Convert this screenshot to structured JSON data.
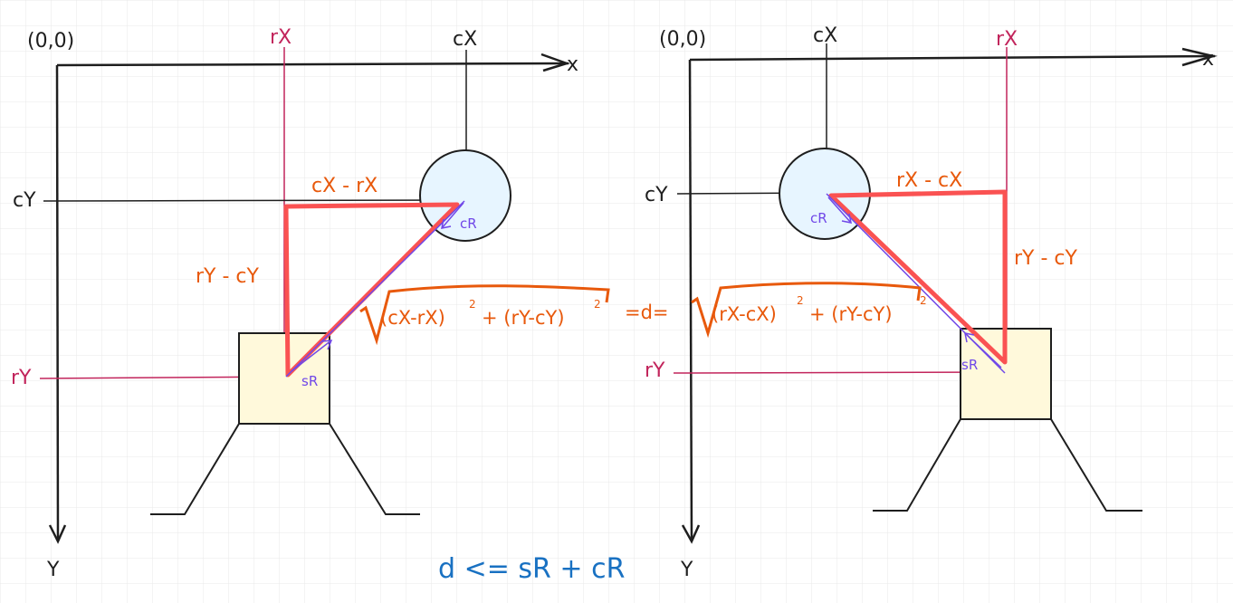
{
  "labels": {
    "origin": "(0,0)",
    "x_axis": "x",
    "y_axis": "Y",
    "rX": "rX",
    "cX": "cX",
    "rY": "rY",
    "cY": "cY",
    "sR": "sR",
    "cR": "cR"
  },
  "left_panel": {
    "horizontal": "cX - rX",
    "vertical": "rY - cY"
  },
  "right_panel": {
    "horizontal": "rX - cX",
    "vertical": "rY - cY"
  },
  "formula": {
    "left_term1": "(cX-rX)",
    "left_term2": "+ (rY-cY)",
    "middle": "=d=",
    "right_term1": "(rX-cX)",
    "right_term2": "+ (rY-cY)",
    "exponent": "2"
  },
  "condition": "d <= sR + cR",
  "colors": {
    "black": "#1e1e1e",
    "magenta": "#c2255c",
    "orange": "#e8590c",
    "red": "#fa5252",
    "purple": "#7048e8",
    "blue": "#1971c2",
    "circle_fill": "#e7f5ff",
    "box_fill": "#fff9db"
  }
}
